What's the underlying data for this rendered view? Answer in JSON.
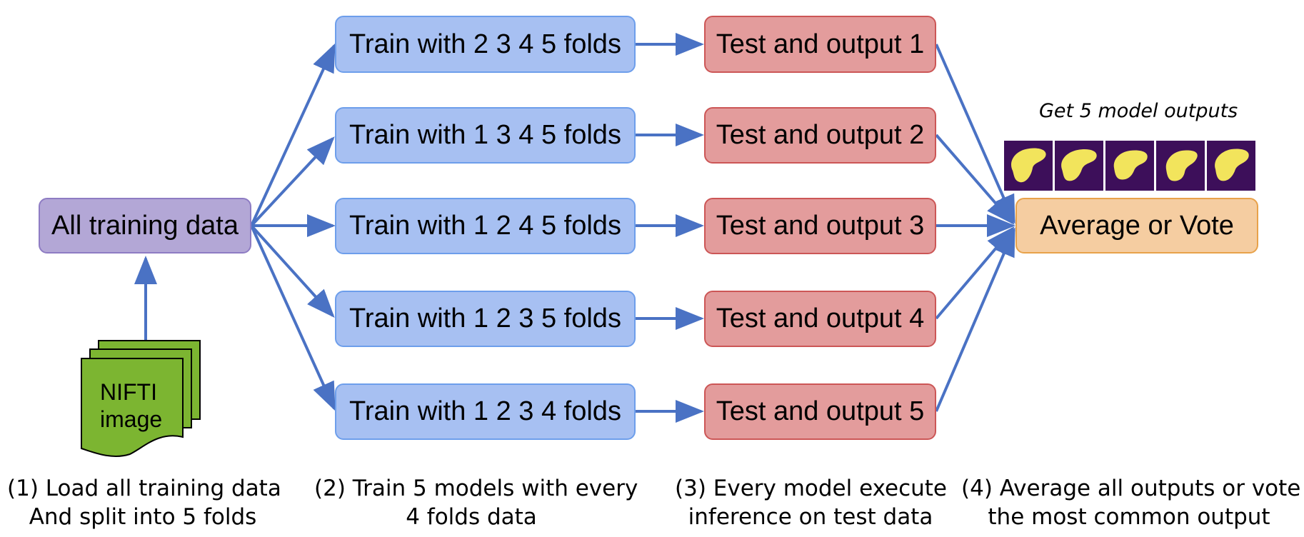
{
  "nodes": {
    "all_training": "All training data",
    "train": [
      "Train with 2 3 4 5 folds",
      "Train with 1 3 4 5 folds",
      "Train with 1 2 4 5 folds",
      "Train with 1 2 3 5 folds",
      "Train with 1 2 3 4 folds"
    ],
    "test": [
      "Test and output 1",
      "Test and output 2",
      "Test and output 3",
      "Test and output 4",
      "Test and output 5"
    ],
    "aggregate": "Average or Vote"
  },
  "nifti": {
    "line1": "NIFTI",
    "line2": "image"
  },
  "outputs_title": "Get 5 model outputs",
  "captions": [
    {
      "line1": "(1) Load all training data",
      "line2": "And split into 5 folds"
    },
    {
      "line1": "(2) Train 5 models with every",
      "line2": "4 folds data"
    },
    {
      "line1": "(3) Every model execute",
      "line2": "inference on test data"
    },
    {
      "line1": "(4) Average all outputs or vote",
      "line2": "the most common output"
    }
  ],
  "colors": {
    "arrow": "#4a72c4",
    "data_box": "#b3a7d6",
    "train_box": "#a7c0f2",
    "test_box": "#e39c9c",
    "aggregate_box": "#f5cda1",
    "nifti": "#7cb531",
    "thumbnail_bg": "#3d0f5a",
    "thumbnail_shape": "#f2e45c"
  },
  "icons": {
    "document_stack": "nifti-stack-icon",
    "segmentation_thumbnail": "segmentation-mask-icon"
  }
}
